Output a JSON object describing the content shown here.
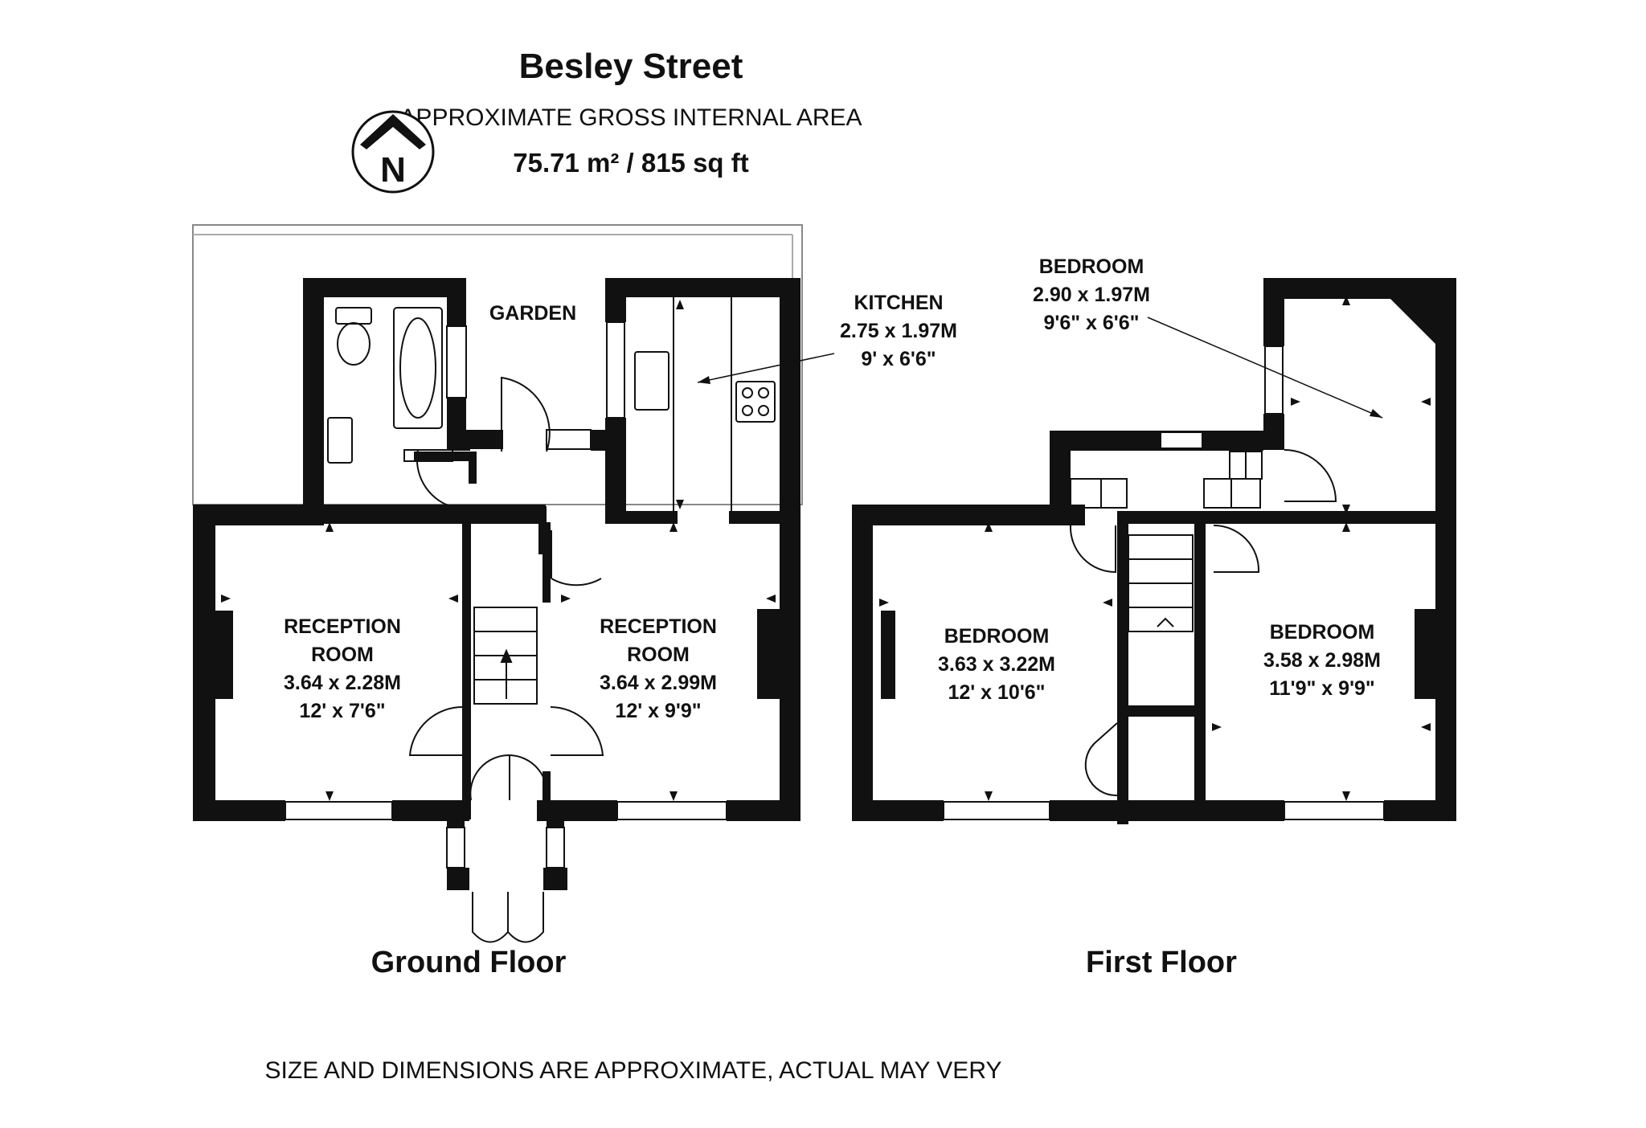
{
  "header": {
    "title": "Besley Street",
    "subtitle": "APPROXIMATE GROSS INTERNAL AREA",
    "area": "75.71 m² / 815 sq ft"
  },
  "compass": {
    "letter": "N"
  },
  "ground_floor": {
    "label": "Ground Floor",
    "garden": "GARDEN",
    "kitchen": {
      "name": "KITCHEN",
      "metric": "2.75 x 1.97M",
      "imperial": "9' x 6'6\""
    },
    "reception_left": {
      "name_line1": "RECEPTION",
      "name_line2": "ROOM",
      "metric": "3.64 x 2.28M",
      "imperial": "12' x 7'6\""
    },
    "reception_right": {
      "name_line1": "RECEPTION",
      "name_line2": "ROOM",
      "metric": "3.64 x 2.99M",
      "imperial": "12' x 9'9\""
    }
  },
  "first_floor": {
    "label": "First Floor",
    "bedroom_top": {
      "name": "BEDROOM",
      "metric": "2.90 x 1.97M",
      "imperial": "9'6\" x 6'6\""
    },
    "bedroom_left": {
      "name": "BEDROOM",
      "metric": "3.63 x 3.22M",
      "imperial": "12' x 10'6\""
    },
    "bedroom_right": {
      "name": "BEDROOM",
      "metric": "3.58 x 2.98M",
      "imperial": "11'9\" x 9'9\""
    }
  },
  "footer": "SIZE AND DIMENSIONS ARE APPROXIMATE, ACTUAL MAY VERY"
}
